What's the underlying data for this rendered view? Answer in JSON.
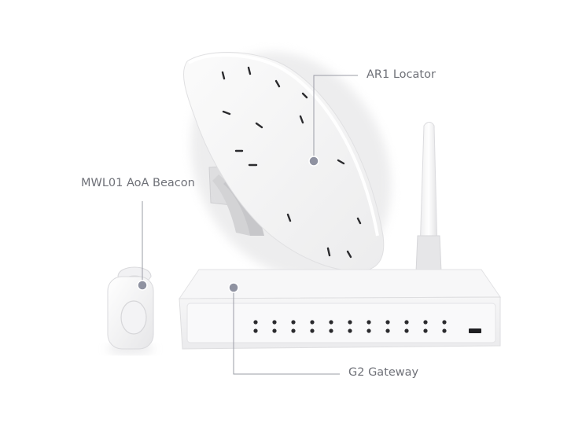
{
  "labels": {
    "locator": "AR1 Locator",
    "beacon": "MWL01 AoA Beacon",
    "gateway": "G2 Gateway"
  },
  "colors": {
    "background": "#ffffff",
    "label_text": "#6f7178",
    "callout_line": "#9a9ca6",
    "callout_dot": "#8f92a1",
    "device_body": "#f2f2f3"
  },
  "gateway": {
    "port_count": 11
  }
}
